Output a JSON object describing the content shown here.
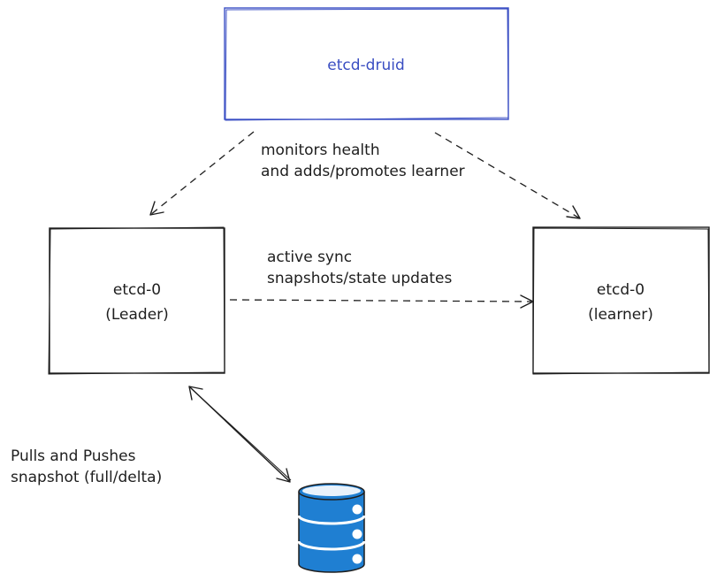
{
  "nodes": {
    "druid": {
      "label": "etcd-druid",
      "color": "#3b4fc4"
    },
    "leader": {
      "line1": "etcd-0",
      "line2": "(Leader)"
    },
    "learner": {
      "line1": "etcd-0",
      "line2": "(learner)"
    },
    "storage": {
      "icon": "database-icon",
      "color": "#1f7fd2"
    }
  },
  "edges": {
    "monitor": {
      "line1": "monitors health",
      "line2": "and adds/promotes learner"
    },
    "sync": {
      "line1": "active sync",
      "line2": "snapshots/state updates"
    },
    "backup": {
      "line1": "Pulls and Pushes",
      "line2": "snapshot (full/delta)"
    }
  }
}
